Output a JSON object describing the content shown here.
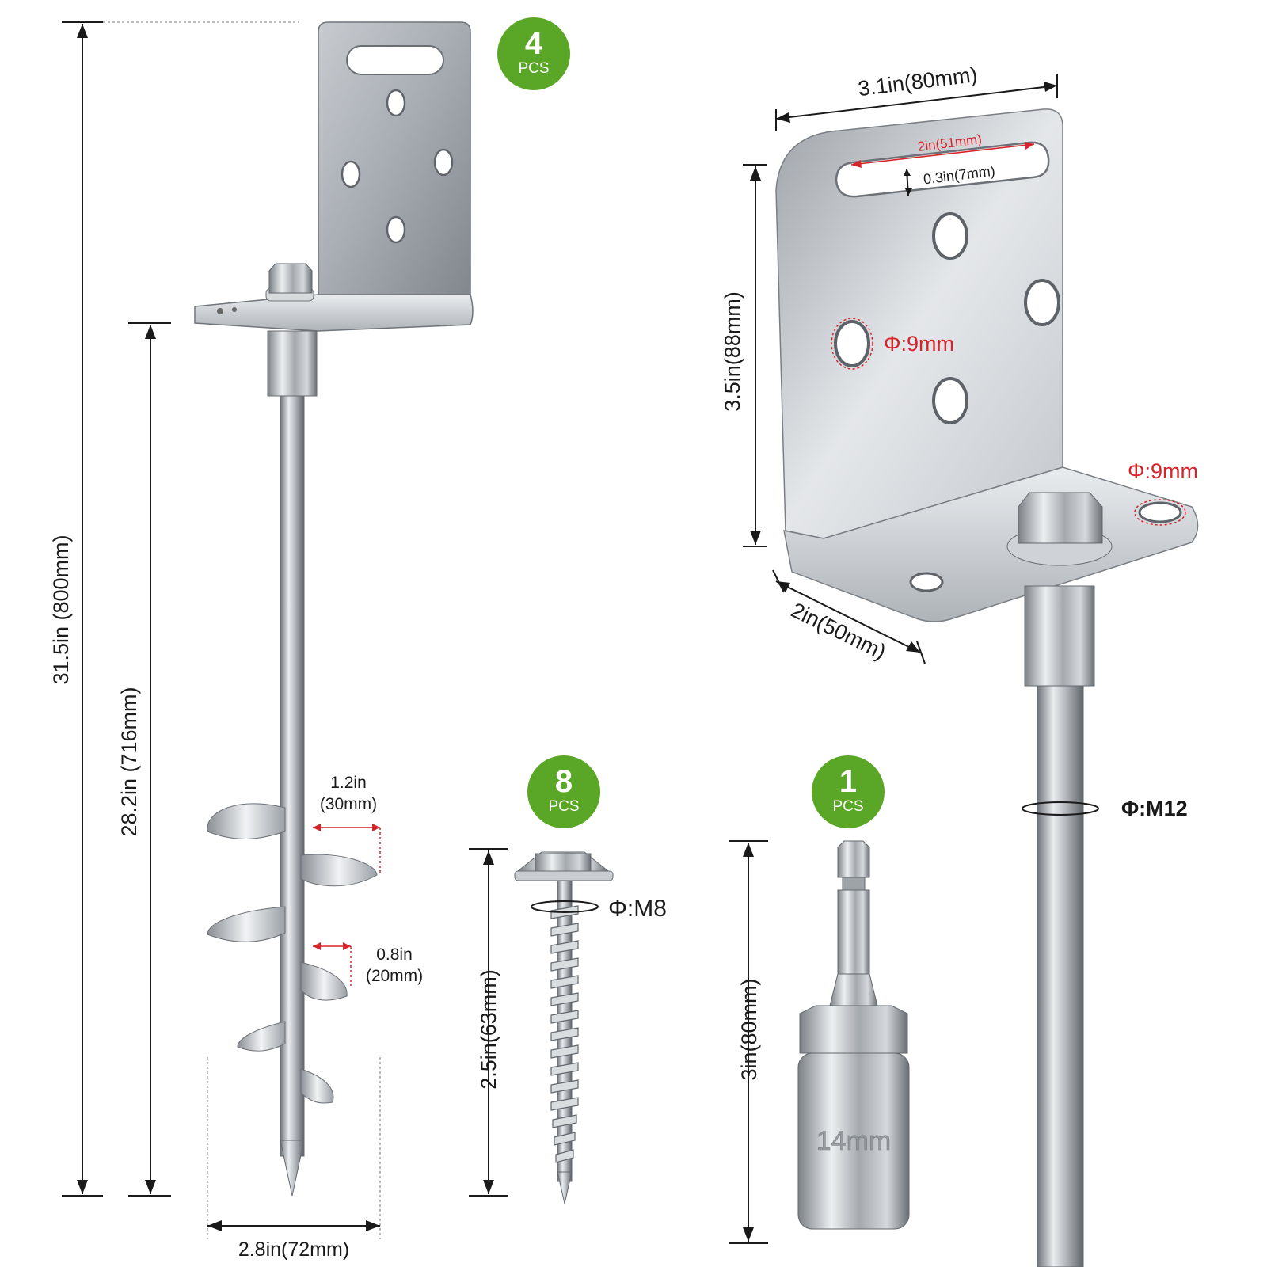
{
  "colors": {
    "badge_green": "#5aa626",
    "callout_red": "#d8232a",
    "metal_light": "#e3e6ea",
    "metal_dark": "#8b9096",
    "text": "#1a1a1a"
  },
  "badges": {
    "anchor": {
      "count": "4",
      "unit": "PCS"
    },
    "screw": {
      "count": "8",
      "unit": "PCS"
    },
    "socket": {
      "count": "1",
      "unit": "PCS"
    }
  },
  "anchor_dims": {
    "total_length": "31.5in (800mm)",
    "shaft_length": "28.2in (716mm)",
    "spiral_width_1": "1.2in",
    "spiral_width_1_mm": "(30mm)",
    "spiral_width_2": "0.8in",
    "spiral_width_2_mm": "(20mm)",
    "spiral_diameter": "2.8in(72mm)"
  },
  "bracket_dims": {
    "width": "3.1in(80mm)",
    "slot_length": "2in(51mm)",
    "slot_height": "0.3in(7mm)",
    "height": "3.5in(88mm)",
    "depth": "2in(50mm)",
    "hole_side": "Φ:9mm",
    "hole_base": "Φ:9mm",
    "rod": "Φ:M12"
  },
  "screw_dims": {
    "length": "2.5in(63mm)",
    "thread": "Φ:M8"
  },
  "socket_dims": {
    "length": "3in(80mm)",
    "engraving": "14mm"
  },
  "icons": [
    "ground-anchor-illustration",
    "l-bracket-illustration",
    "lag-screw-illustration",
    "hex-socket-illustration"
  ]
}
